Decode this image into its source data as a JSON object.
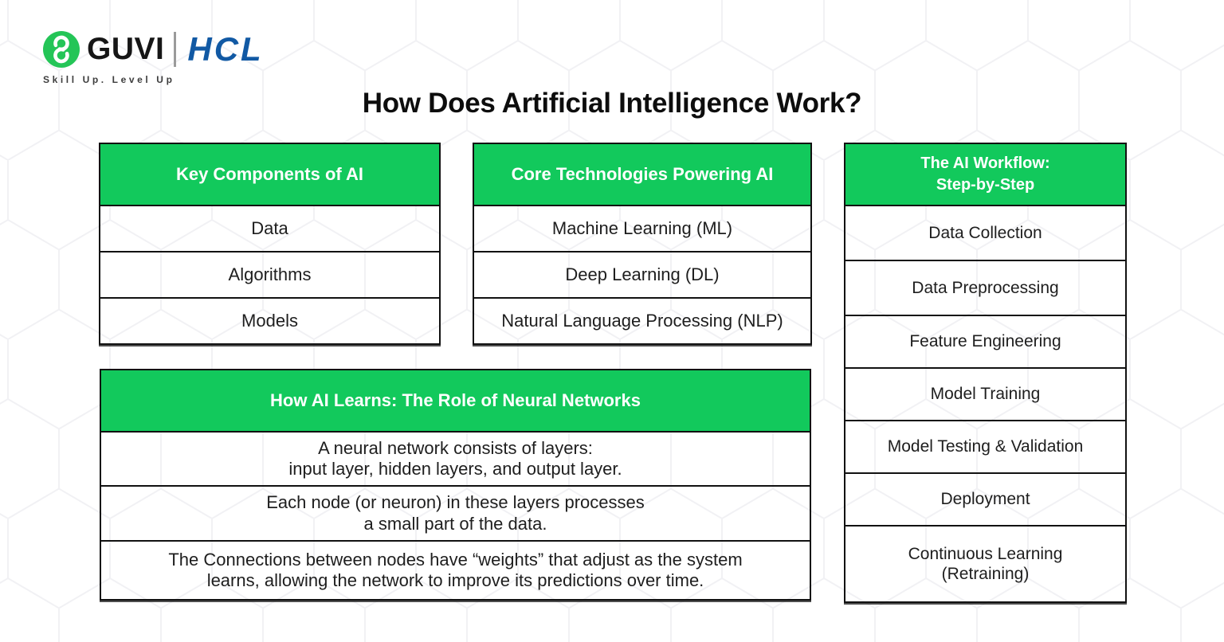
{
  "header": {
    "brand": "GUVI",
    "partner": "HCL",
    "tagline": "Skill Up. Level Up"
  },
  "title": "How Does Artificial Intelligence Work?",
  "colors": {
    "green": "#12c95c",
    "guvi_green": "#24c557",
    "hcl_blue": "#1159a4",
    "border": "#111111",
    "pattern_line": "#f1f1f4"
  },
  "tables": {
    "components": {
      "title": "Key Components of AI",
      "rows": [
        [
          "Data"
        ],
        [
          "Algorithms"
        ],
        [
          "Models"
        ]
      ]
    },
    "technologies": {
      "title": "Core Technologies Powering AI",
      "rows": [
        [
          "Machine Learning (ML)"
        ],
        [
          "Deep Learning (DL)"
        ],
        [
          "Natural Language Processing (NLP)"
        ]
      ]
    },
    "workflow": {
      "title_lines": [
        "The AI Workflow:",
        "Step-by-Step"
      ],
      "rows": [
        [
          "Data Collection"
        ],
        [
          "Data Preprocessing"
        ],
        [
          "Feature Engineering"
        ],
        [
          "Model Training"
        ],
        [
          "Model Testing & Validation"
        ],
        [
          "Deployment"
        ],
        [
          "Continuous Learning",
          "(Retraining)"
        ]
      ]
    },
    "neural": {
      "title": "How AI Learns: The Role of Neural Networks",
      "rows": [
        [
          "A neural network consists of layers:",
          "input layer, hidden layers, and output layer."
        ],
        [
          "Each node (or neuron) in these layers processes",
          "a small part of the data."
        ],
        [
          "The Connections between nodes have “weights” that adjust as the system",
          "learns, allowing the network to improve its predictions over time."
        ]
      ]
    }
  }
}
